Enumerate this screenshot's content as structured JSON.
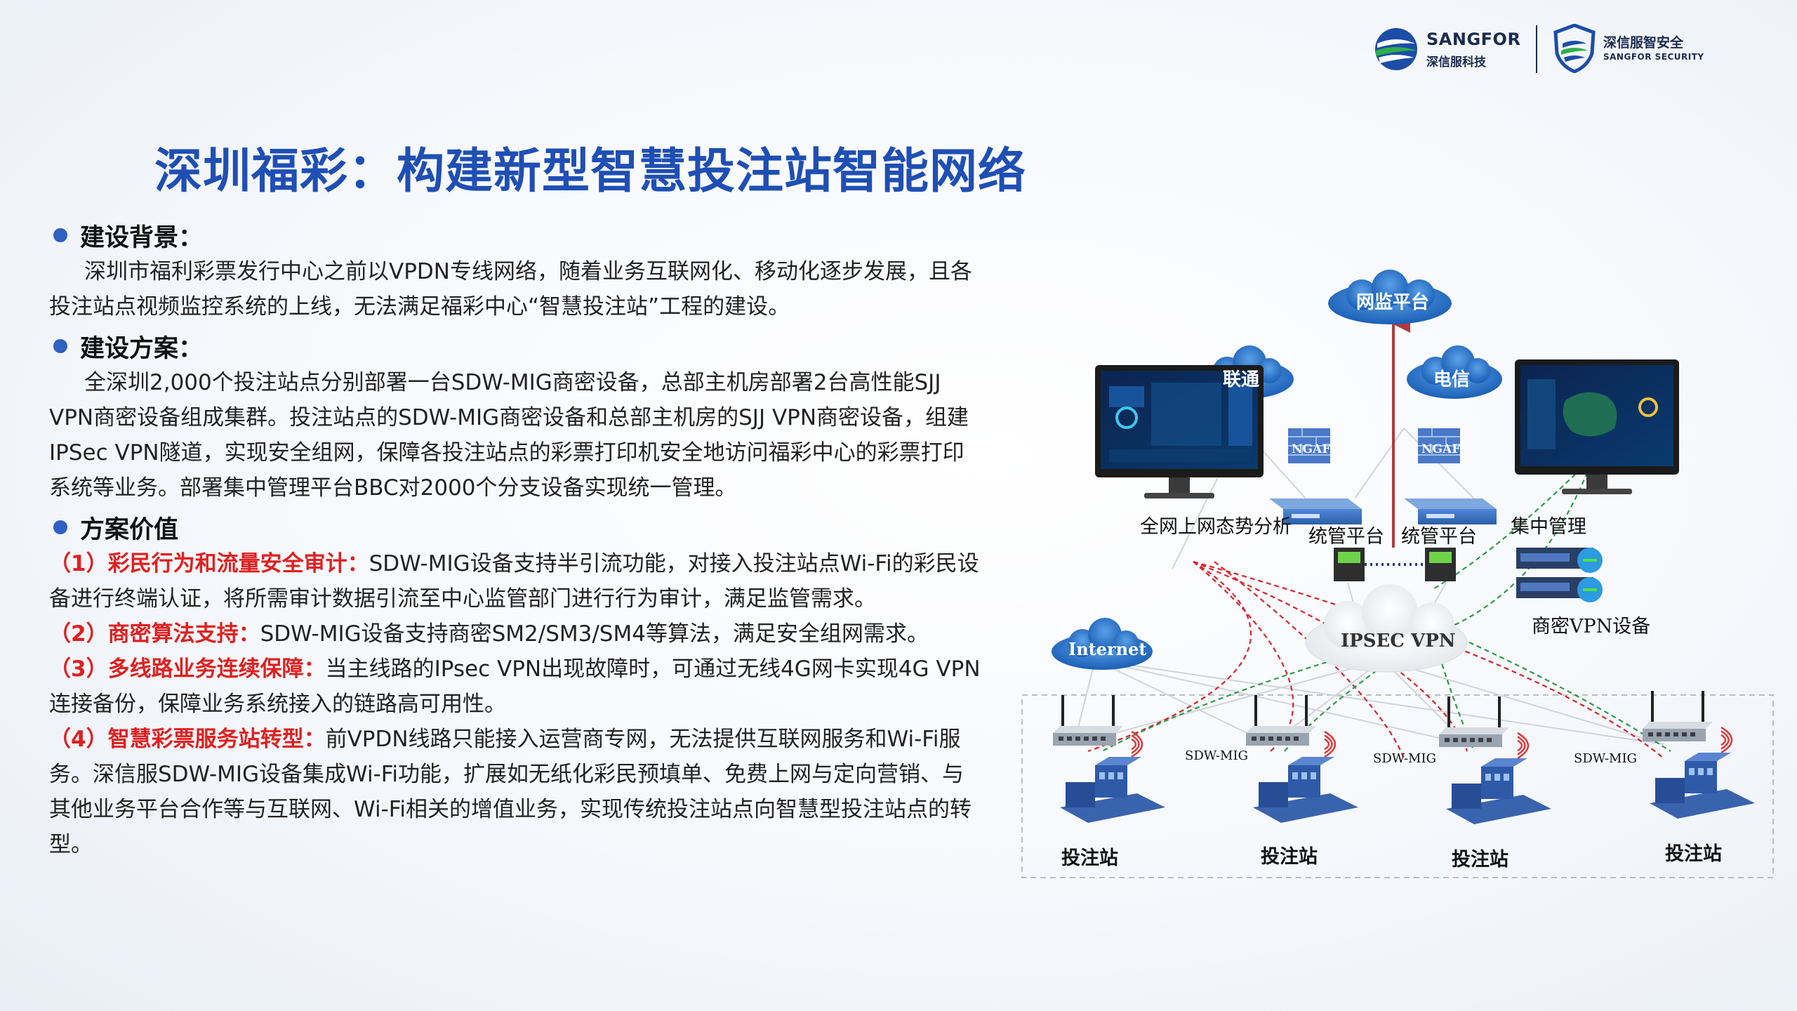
{
  "logos": {
    "sangfor": {
      "brand": "SANGFOR",
      "sub": "深信服科技"
    },
    "security": {
      "brand": "深信服智安全",
      "sub": "SANGFOR SECURITY"
    },
    "colors": {
      "blue": "#1c4ea8",
      "green": "#2fae4a",
      "navy": "#1b2b4f"
    }
  },
  "title": "深圳福彩：构建新型智慧投注站智能网络",
  "sections": {
    "background": {
      "heading": "建设背景：",
      "text": "深圳市福利彩票发行中心之前以VPDN专线网络，随着业务互联网化、移动化逐步发展，且各投注站点视频监控系统的上线，无法满足福彩中心“智慧投注站”工程的建设。"
    },
    "plan": {
      "heading": "建设方案：",
      "text": "全深圳2,000个投注站点分别部署一台SDW-MIG商密设备，总部主机房部署2台高性能SJJ VPN商密设备组成集群。投注站点的SDW-MIG商密设备和总部主机房的SJJ VPN商密设备，组建IPSec VPN隧道，实现安全组网，保障各投注站点的彩票打印机安全地访问福彩中心的彩票打印系统等业务。部署集中管理平台BBC对2000个分支设备实现统一管理。"
    },
    "value": {
      "heading": "方案价值",
      "items": [
        {
          "label": "（1）彩民行为和流量安全审计：",
          "text": "SDW-MIG设备支持半引流功能，对接入投注站点Wi-Fi的彩民设备进行终端认证，将所需审计数据引流至中心监管部门进行行为审计，满足监管需求。"
        },
        {
          "label": "（2）商密算法支持：",
          "text": "SDW-MIG设备支持商密SM2/SM3/SM4等算法，满足安全组网需求。"
        },
        {
          "label": "（3）多线路业务连续保障：",
          "text": "当主线路的IPsec VPN出现故障时，可通过无线4G网卡实现4G VPN连接备份，保障业务系统接入的链路高可用性。"
        },
        {
          "label": "（4）智慧彩票服务站转型：",
          "text": "前VPDN线路只能接入运营商专网，无法提供互联网服务和Wi-Fi服务。深信服SDW-MIG设备集成Wi-Fi功能，扩展如无纸化彩民预填单、免费上网与定向营销、与其他业务平台合作等与互联网、Wi-Fi相关的增值业务，实现传统投注站点向智慧型投注站点的转型。"
        }
      ]
    }
  },
  "diagram": {
    "clouds": {
      "top": "网监平台",
      "unicom": "联通",
      "telecom": "电信",
      "internet": "Internet",
      "ipsec": "IPSEC VPN"
    },
    "firewall_label": "NGAF",
    "labels": {
      "situation": "全网上网态势分析",
      "platform1": "统管平台",
      "platform2": "统管平台",
      "central": "集中管理",
      "vpn_device": "商密VPN设备",
      "sdw": "SDW-MIG",
      "station": "投注站"
    },
    "colors": {
      "cloud": "#2a73c9",
      "red_link": "#d9252b",
      "green_link": "#2e9b46",
      "arrow": "#b33a3a"
    }
  }
}
